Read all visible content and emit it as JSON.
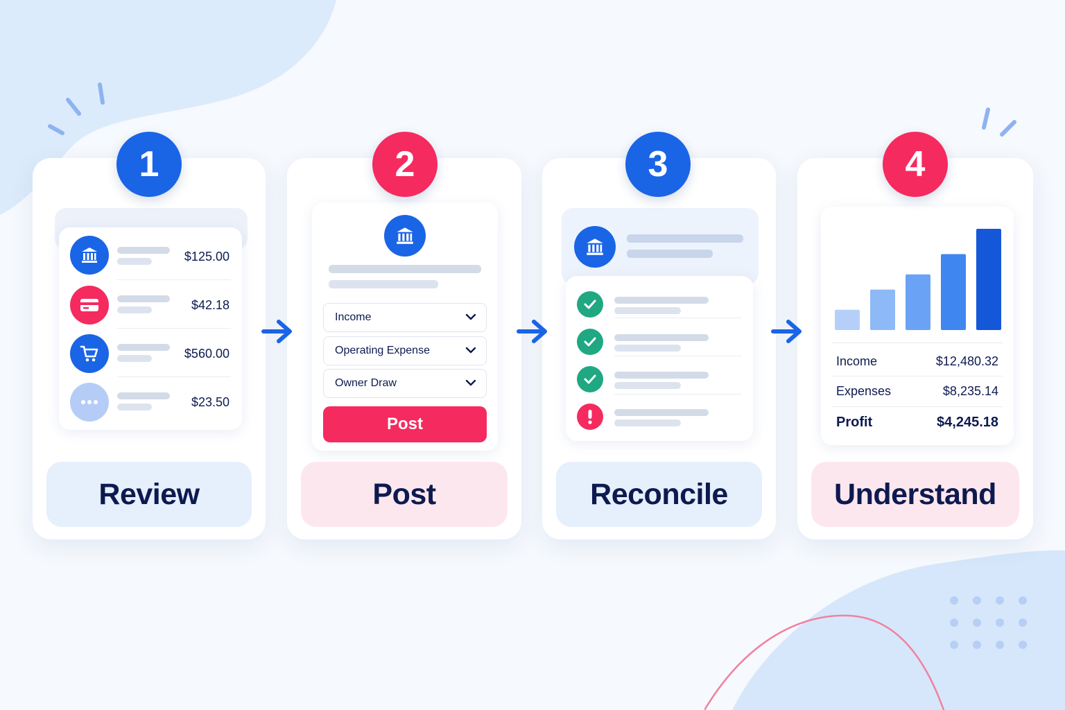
{
  "steps": [
    {
      "number": "1",
      "label": "Review",
      "transactions": [
        {
          "icon": "bank-icon",
          "amount": "$125.00"
        },
        {
          "icon": "credit-card-icon",
          "amount": "$42.18"
        },
        {
          "icon": "shopping-cart-icon",
          "amount": "$560.00"
        },
        {
          "icon": "more-icon",
          "amount": "$23.50"
        }
      ]
    },
    {
      "number": "2",
      "label": "Post",
      "categories": [
        "Income",
        "Operating Expense",
        "Owner Draw"
      ],
      "button_label": "Post"
    },
    {
      "number": "3",
      "label": "Reconcile",
      "statuses": [
        "check-icon",
        "check-icon",
        "check-icon",
        "alert-icon"
      ]
    },
    {
      "number": "4",
      "label": "Understand",
      "summary": [
        {
          "label": "Income",
          "value": "$12,480.32"
        },
        {
          "label": "Expenses",
          "value": "$8,235.14"
        },
        {
          "label": "Profit",
          "value": "$4,245.18"
        }
      ]
    }
  ],
  "chart_data": {
    "type": "bar",
    "categories": [
      "",
      "",
      "",
      "",
      ""
    ],
    "values": [
      2,
      4,
      5.5,
      7.5,
      10
    ],
    "title": "",
    "xlabel": "",
    "ylabel": "",
    "ylim": [
      0,
      10
    ],
    "grid": false
  },
  "colors": {
    "brand_blue": "#1a64e6",
    "brand_red": "#f52a5f",
    "success_green": "#1fa882",
    "navy_text": "#0d1a4f"
  }
}
